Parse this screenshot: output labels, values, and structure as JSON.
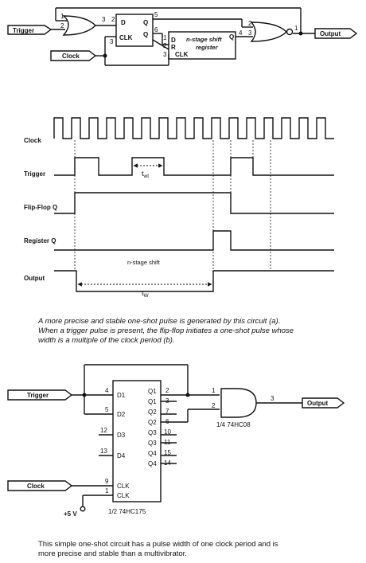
{
  "top_circuit": {
    "trigger": "Trigger",
    "clock": "Clock",
    "output": "Output",
    "ff_d": "D",
    "ff_q": "Q",
    "ff_qbar": "Q",
    "ff_clk": "CLK",
    "reg_d": "D",
    "reg_r": "R",
    "reg_clk": "CLK",
    "reg_q": "Q",
    "reg_title_1": "n-stage shift",
    "reg_title_2": "register",
    "pins": {
      "or_in1": "1",
      "or_in2": "2",
      "or_out": "3",
      "ff_d": "2",
      "ff_q": "5",
      "ff_qbar": "6",
      "ff_clk": "3",
      "reg_d": "1",
      "reg_r": "2",
      "reg_clk": "3",
      "reg_q": "4",
      "nor_in2": "2",
      "nor_in3": "3",
      "nor_out": "1"
    }
  },
  "timing": {
    "labels": [
      "Clock",
      "Trigger",
      "Flip-Flop Q",
      "Register Q",
      "Output"
    ],
    "twt": "t",
    "twt_sub": "wt",
    "shift_label": "n-stage shift",
    "tw": "t",
    "tw_sub": "W"
  },
  "caption_a": [
    "A more precise and stable one-shot pulse is generated by this circuit (a).",
    "When a trigger pulse is present, the flip-flop initiates a one-shot pulse whose",
    "width is a multiple of the clock period (b)."
  ],
  "bottom_circuit": {
    "trigger": "Trigger",
    "clock": "Clock",
    "output": "Output",
    "supply": "+5 V",
    "chip": "1/2 74HC175",
    "gate": "1/4 74HC08",
    "chip_inputs": [
      "D1",
      "D2",
      "D3",
      "D4"
    ],
    "chip_outputs": [
      "Q1",
      "Q1",
      "Q2",
      "Q2",
      "Q3",
      "Q3",
      "Q4",
      "Q4"
    ],
    "chip_clk": "CLK",
    "chip_clr": "CLK",
    "input_pins": [
      "4",
      "5",
      "12",
      "13"
    ],
    "output_pins": [
      "2",
      "3",
      "7",
      "6",
      "10",
      "11",
      "15",
      "14"
    ],
    "clk_pin": "9",
    "clr_pin": "1",
    "gate_pins": [
      "1",
      "2",
      "3"
    ]
  },
  "caption_b": [
    "This simple one-shot circuit has a pulse width of one clock period and is",
    "more precise and stable than a multivibrator."
  ]
}
